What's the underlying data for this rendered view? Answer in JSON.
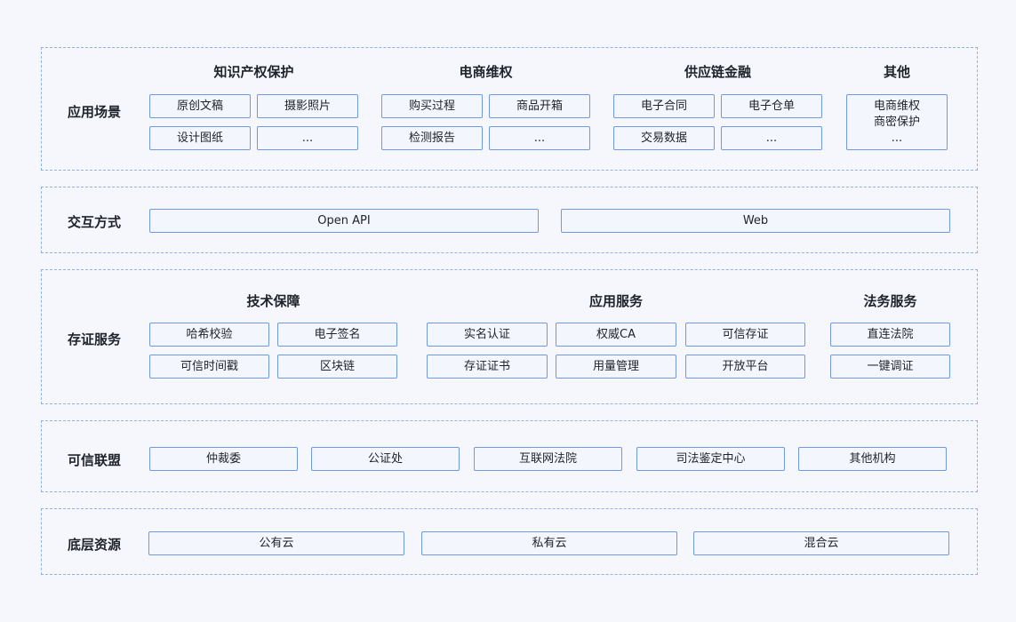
{
  "layers": {
    "application": {
      "label": "应用场景",
      "groups": [
        {
          "title": "知识产权保护",
          "items": [
            "原创文稿",
            "摄影照片",
            "设计图纸",
            "..."
          ]
        },
        {
          "title": "电商维权",
          "items": [
            "购买过程",
            "商品开箱",
            "检测报告",
            "..."
          ]
        },
        {
          "title": "供应链金融",
          "items": [
            "电子合同",
            "电子仓单",
            "交易数据",
            "..."
          ]
        },
        {
          "title": "其他",
          "items": [
            "电商维权",
            "商密保护",
            "..."
          ]
        }
      ]
    },
    "interaction": {
      "label": "交互方式",
      "items": [
        "Open API",
        "Web"
      ]
    },
    "evidence": {
      "label": "存证服务",
      "groups": [
        {
          "title": "技术保障",
          "items": [
            "哈希校验",
            "电子签名",
            "可信时间戳",
            "区块链"
          ]
        },
        {
          "title": "应用服务",
          "items": [
            "实名认证",
            "权威CA",
            "可信存证",
            "存证证书",
            "用量管理",
            "开放平台"
          ]
        },
        {
          "title": "法务服务",
          "items": [
            "直连法院",
            "一键调证"
          ]
        }
      ]
    },
    "alliance": {
      "label": "可信联盟",
      "items": [
        "仲裁委",
        "公证处",
        "互联网法院",
        "司法鉴定中心",
        "其他机构"
      ]
    },
    "resources": {
      "label": "底层资源",
      "items": [
        "公有云",
        "私有云",
        "混合云"
      ]
    }
  }
}
